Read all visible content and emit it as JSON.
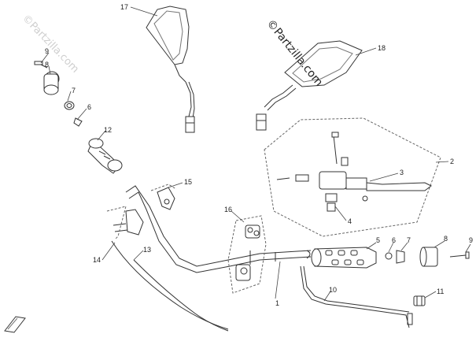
{
  "watermarks": {
    "main": "©Partzilla.com",
    "faint": "©Partzilla.com"
  },
  "callouts": [
    {
      "id": "1",
      "label": "1"
    },
    {
      "id": "2",
      "label": "2"
    },
    {
      "id": "3",
      "label": "3"
    },
    {
      "id": "4",
      "label": "4"
    },
    {
      "id": "5",
      "label": "5"
    },
    {
      "id": "6a",
      "label": "6"
    },
    {
      "id": "6b",
      "label": "6"
    },
    {
      "id": "7a",
      "label": "7"
    },
    {
      "id": "7b",
      "label": "7"
    },
    {
      "id": "8a",
      "label": "8"
    },
    {
      "id": "8b",
      "label": "8"
    },
    {
      "id": "9a",
      "label": "9"
    },
    {
      "id": "9b",
      "label": "9"
    },
    {
      "id": "10",
      "label": "10"
    },
    {
      "id": "11",
      "label": "11"
    },
    {
      "id": "12",
      "label": "12"
    },
    {
      "id": "13",
      "label": "13"
    },
    {
      "id": "14",
      "label": "14"
    },
    {
      "id": "15",
      "label": "15"
    },
    {
      "id": "16",
      "label": "16"
    },
    {
      "id": "17",
      "label": "17"
    },
    {
      "id": "18",
      "label": "18"
    }
  ]
}
